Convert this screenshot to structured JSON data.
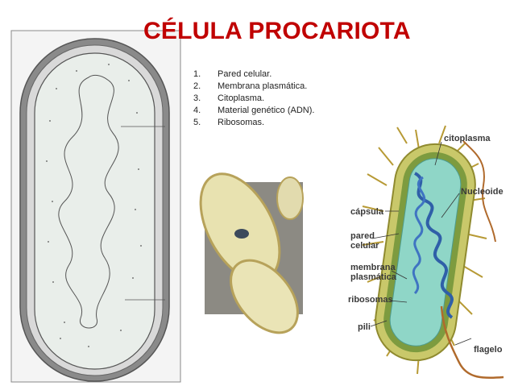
{
  "title": "CÉLULA PROCARIOTA",
  "colors": {
    "title": "#c00000"
  },
  "list": [
    {
      "num": "1.",
      "text": "Pared celular."
    },
    {
      "num": "2.",
      "text": "Membrana plasmática."
    },
    {
      "num": "3.",
      "text": "Citoplasma."
    },
    {
      "num": "4.",
      "text": "Material genético (ADN)."
    },
    {
      "num": "5.",
      "text": "Ribosomas."
    }
  ],
  "labels": {
    "citoplasma": "citoplasma",
    "nucleoide": "Nucleoide",
    "capsula": "cápsula",
    "pared_1": "pared",
    "pared_2": "celular",
    "membrana_1": "membrana",
    "membrana_2": "plasmática",
    "ribosomas": "ribosomas",
    "pili": "pili",
    "flagelo": "flagelo"
  }
}
